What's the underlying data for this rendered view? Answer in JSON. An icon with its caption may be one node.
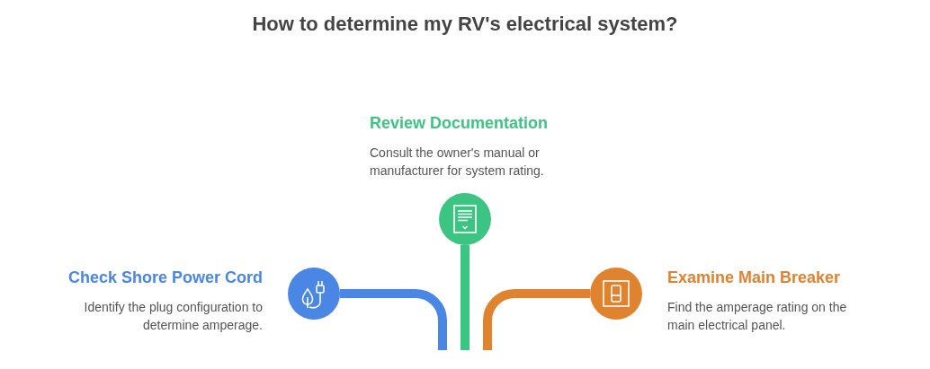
{
  "diagram": {
    "title": "How to determine my RV's electrical system?",
    "nodes": [
      {
        "text": [
          "Review Documentation",
          "Consult the owner's manual or manufacturer for system rating."
        ]
      },
      {
        "text": [
          "Check Shore Power Cord",
          "Identify the plug configuration to determine amperage."
        ]
      },
      {
        "text": [
          "Examine Main Breaker",
          "Find the amperage rating on the main electrical panel."
        ]
      }
    ],
    "edges": [
      {
        "from": 0,
        "to": null,
        "arrow": "none",
        "color": "#3cc483"
      },
      {
        "from": 1,
        "to": null,
        "arrow": "none",
        "color": "#4a86e4"
      },
      {
        "from": 2,
        "to": null,
        "arrow": "none",
        "color": "#e0832f"
      }
    ]
  }
}
